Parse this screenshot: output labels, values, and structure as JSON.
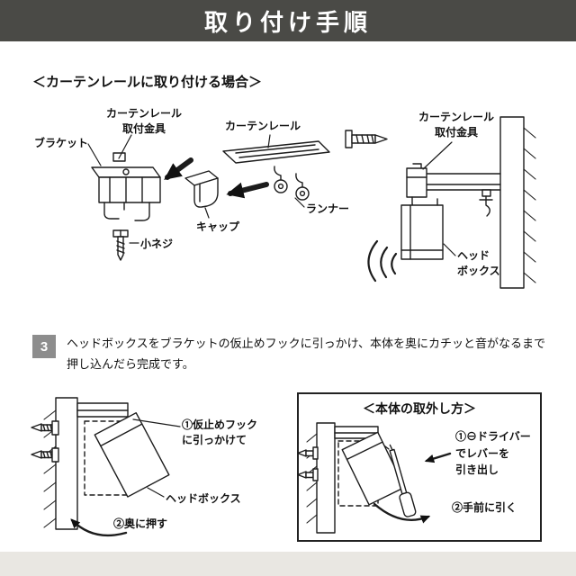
{
  "header": {
    "title": "取り付け手順"
  },
  "colors": {
    "header_bg": "#4a4a46",
    "step_badge_bg": "#8d8d8d",
    "line_color": "#1c1c1c",
    "footer_bg": "#e9e7e2"
  },
  "section_rail": {
    "heading": "＜カーテンレールに取り付ける場合＞",
    "labels": {
      "fitting_left": "カーテンレール\n取付金具",
      "bracket": "ブラケット",
      "curtain_rail": "カーテンレール",
      "runner": "ランナー",
      "cap": "キャップ",
      "small_screw": "小ネジ",
      "fitting_right": "カーテンレール\n取付金具",
      "head_box": "ヘッド\nボックス"
    }
  },
  "step3": {
    "number": "3",
    "text": "ヘッドボックスをブラケットの仮止めフックに引っかけ、本体を奥にカチッと音がなるまで押し込んだら完成です。"
  },
  "attach_diagram": {
    "hook_label": "①仮止めフック\nに引っかけて",
    "head_box_label": "ヘッドボックス",
    "push_label": "②奥に押す"
  },
  "removal_box": {
    "title": "＜本体の取外し方＞",
    "step1": "①⊖ドライバー\nでレバーを\n引き出し",
    "step2": "②手前に引く"
  }
}
